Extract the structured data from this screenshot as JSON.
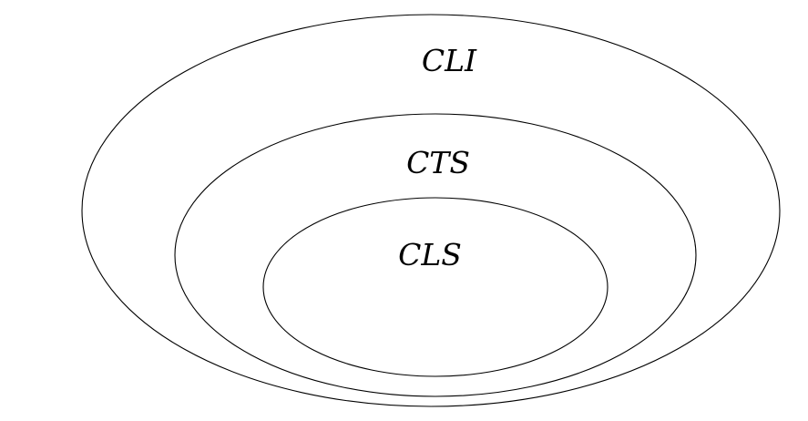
{
  "diagram": {
    "sets": [
      {
        "id": "outer",
        "label": "CLI"
      },
      {
        "id": "middle",
        "label": "CTS"
      },
      {
        "id": "inner",
        "label": "CLS"
      }
    ]
  },
  "colors": {
    "background": "#ffffff",
    "stroke": "#000000",
    "text": "#000000"
  }
}
